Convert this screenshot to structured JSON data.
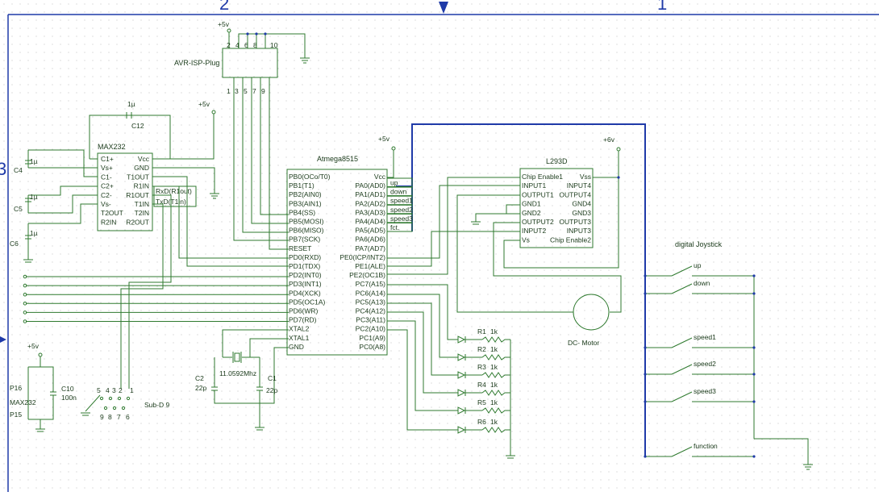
{
  "border_marks": {
    "top_left": "2",
    "top_right": "1",
    "left": "3"
  },
  "isp": {
    "title": "AVR-ISP-Plug",
    "pins_top": [
      "2",
      "4",
      "6",
      "8",
      "10"
    ],
    "pins_bottom": [
      "1",
      "3",
      "5",
      "7",
      "9"
    ],
    "vcc": "+5v"
  },
  "max232": {
    "title": "MAX232",
    "left_pins": [
      "C1+",
      "Vs+",
      "C1-",
      "C2+",
      "C2-",
      "Vs-",
      "T2OUT",
      "R2IN"
    ],
    "right_pins": [
      "Vcc",
      "GND",
      "T1OUT",
      "R1IN",
      "R1OUT",
      "T1IN",
      "T2IN",
      "R2OUT"
    ],
    "vcc": "+5v",
    "cap_top_value": "1µ",
    "cap_top_name": "C12",
    "cap_labels": [
      {
        "name": "C4",
        "value": "1µ"
      },
      {
        "name": "C5",
        "value": "1µ"
      },
      {
        "name": "C6",
        "value": "1µ"
      }
    ],
    "rxd": "RxD(R1out)",
    "txd": "TxD(T1in)"
  },
  "mcu": {
    "title": "Atmega8515",
    "left_pins": [
      "PB0(OCo/T0)",
      "PB1(T1)",
      "PB2(AIN0)",
      "PB3(AIN1)",
      "PB4(SS)",
      "PB5(MOSI)",
      "PB6(MISO)",
      "PB7(SCK)",
      "RESET",
      "PD0(RXD)",
      "PD1(TDX)",
      "PD2(INT0)",
      "PD3(INT1)",
      "PD4(XCK)",
      "PD5(OC1A)",
      "PD6(WR)",
      "PD7(RD)",
      "XTAL2",
      "XTAL1",
      "GND"
    ],
    "right_pins": [
      "Vcc",
      "PA0(AD0)",
      "PA1(AD1)",
      "PA2(AD2)",
      "PA3(AD3)",
      "PA4(AD4)",
      "PA5(AD5)",
      "PA6(AD6)",
      "PA7(AD7)",
      "PE0(ICP/INT2)",
      "PE1(ALE)",
      "PE2(OC1B)",
      "PC7(A15)",
      "PC6(A14)",
      "PC5(A13)",
      "PC4(A12)",
      "PC3(A11)",
      "PC2(A10)",
      "PC1(A9)",
      "PC0(A8)"
    ],
    "vcc": "+5v",
    "net_labels": [
      "up",
      "down",
      "speed1",
      "speed2",
      "speed3",
      "fct."
    ]
  },
  "driver": {
    "title": "L293D",
    "left_pins": [
      "Chip Enable1",
      "INPUT1",
      "OUTPUT1",
      "GND1",
      "GND2",
      "OUTPUT2",
      "INPUT2",
      "Vs"
    ],
    "right_pins": [
      "Vss",
      "INPUT4",
      "OUTPUT4",
      "GND4",
      "GND3",
      "OUTPUT3",
      "INPUT3",
      "Chip Enable2"
    ],
    "vcc": "+6v"
  },
  "motor": {
    "label": "DC- Motor"
  },
  "crystal": {
    "label": "11.0592Mhz",
    "c1_name": "C1",
    "c1_value": "22p",
    "c2_name": "C2",
    "c2_value": "22p"
  },
  "resistors": [
    {
      "name": "R1",
      "value": "1k"
    },
    {
      "name": "R2",
      "value": "1k"
    },
    {
      "name": "R3",
      "value": "1k"
    },
    {
      "name": "R4",
      "value": "1k"
    },
    {
      "name": "R5",
      "value": "1k"
    },
    {
      "name": "R6",
      "value": "1k"
    }
  ],
  "power_block": {
    "vcc": "+5v",
    "p16": "P16",
    "p15": "P15",
    "chip": "MAX232",
    "cap_name": "C10",
    "cap_value": "100n"
  },
  "subd": {
    "label": "Sub-D 9",
    "pins_top": [
      "5",
      "4",
      "3",
      "2",
      "1"
    ],
    "pins_bottom": [
      "9",
      "8",
      "7",
      "6"
    ]
  },
  "joystick": {
    "title": "digital Joystick",
    "buttons": [
      "up",
      "down",
      "speed1",
      "speed2",
      "speed3",
      "function"
    ]
  }
}
